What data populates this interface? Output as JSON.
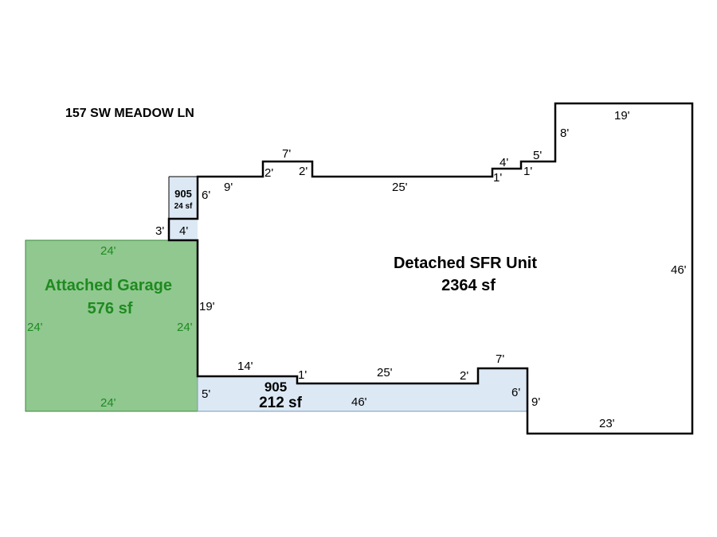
{
  "address": "157 SW MEADOW LN",
  "areas": {
    "main": {
      "name": "Detached SFR Unit",
      "area": "2364 sf"
    },
    "garage": {
      "name": "Attached Garage",
      "area": "576 sf"
    },
    "small_addition": {
      "code": "905",
      "area": "24 sf"
    },
    "front_addition": {
      "code": "905",
      "area": "212 sf"
    }
  },
  "dimensions": {
    "main_right": "46'",
    "main_top_right": "19'",
    "main_upper_step": "8'",
    "step_5": "5'",
    "step_1a": "1'",
    "step_4": "4'",
    "step_1b": "1'",
    "top_25": "25'",
    "bump_2a": "2'",
    "bump_7": "7'",
    "bump_2b": "2'",
    "top_9": "9'",
    "small_6": "6'",
    "small_3": "3'",
    "small_4": "4'",
    "main_left_19": "19'",
    "bottom_14": "14'",
    "bottom_1": "1'",
    "bottom_25": "25'",
    "bottom_2": "2'",
    "bottom_7": "7'",
    "front_6": "6'",
    "front_5": "5'",
    "front_46": "46'",
    "bottom_9": "9'",
    "bottom_23": "23'",
    "garage_top": "24'",
    "garage_left": "24'",
    "garage_right": "24'",
    "garage_bottom": "24'"
  },
  "colors": {
    "garage_fill": "#90c890",
    "garage_stroke": "#3a8a3a",
    "garage_text": "#1f8a1f",
    "addition_fill": "#dce9f5",
    "outline": "#000000"
  }
}
